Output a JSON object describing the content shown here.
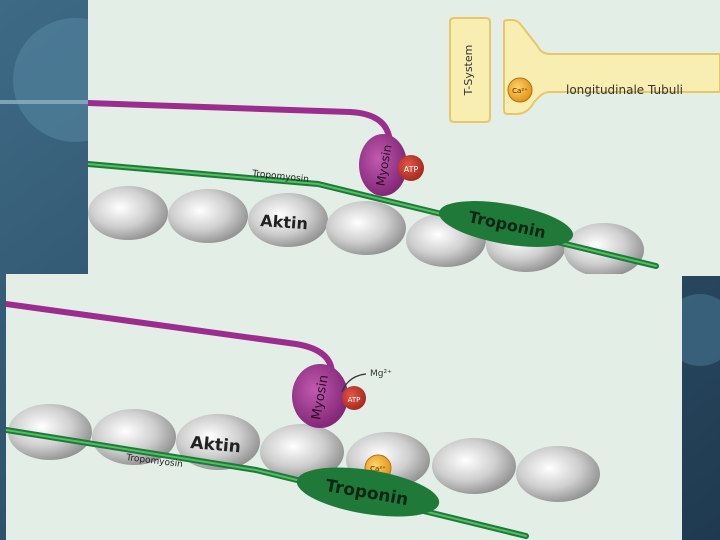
{
  "colors": {
    "slide_background": "#2a4a63",
    "panel_background": "#e3eee6",
    "myosin": "#9b2d8e",
    "tropomyosin": "#2d9a3e",
    "troponin": "#1f7a3a",
    "actin": "#bdbdbd",
    "atp": "#c0392b",
    "calcium": "#f2a623",
    "t_system": "#f8eeb2"
  },
  "top_panel": {
    "t_system_label": "T-System",
    "tubuli_label": "longitudinale Tubuli",
    "calcium_label": "Ca²⁺",
    "myosin_label": "Myosin",
    "atp_label": "ATP",
    "tropomyosin_label": "Tropomyosin",
    "actin_label": "Aktin",
    "troponin_label": "Troponin"
  },
  "bottom_panel": {
    "myosin_label": "Myosin",
    "magnesium_label": "Mg²⁺",
    "atp_label": "ATP",
    "actin_label": "Aktin",
    "tropomyosin_label": "Tropomyosin",
    "calcium_label": "Ca²⁺",
    "troponin_label": "Troponin"
  }
}
